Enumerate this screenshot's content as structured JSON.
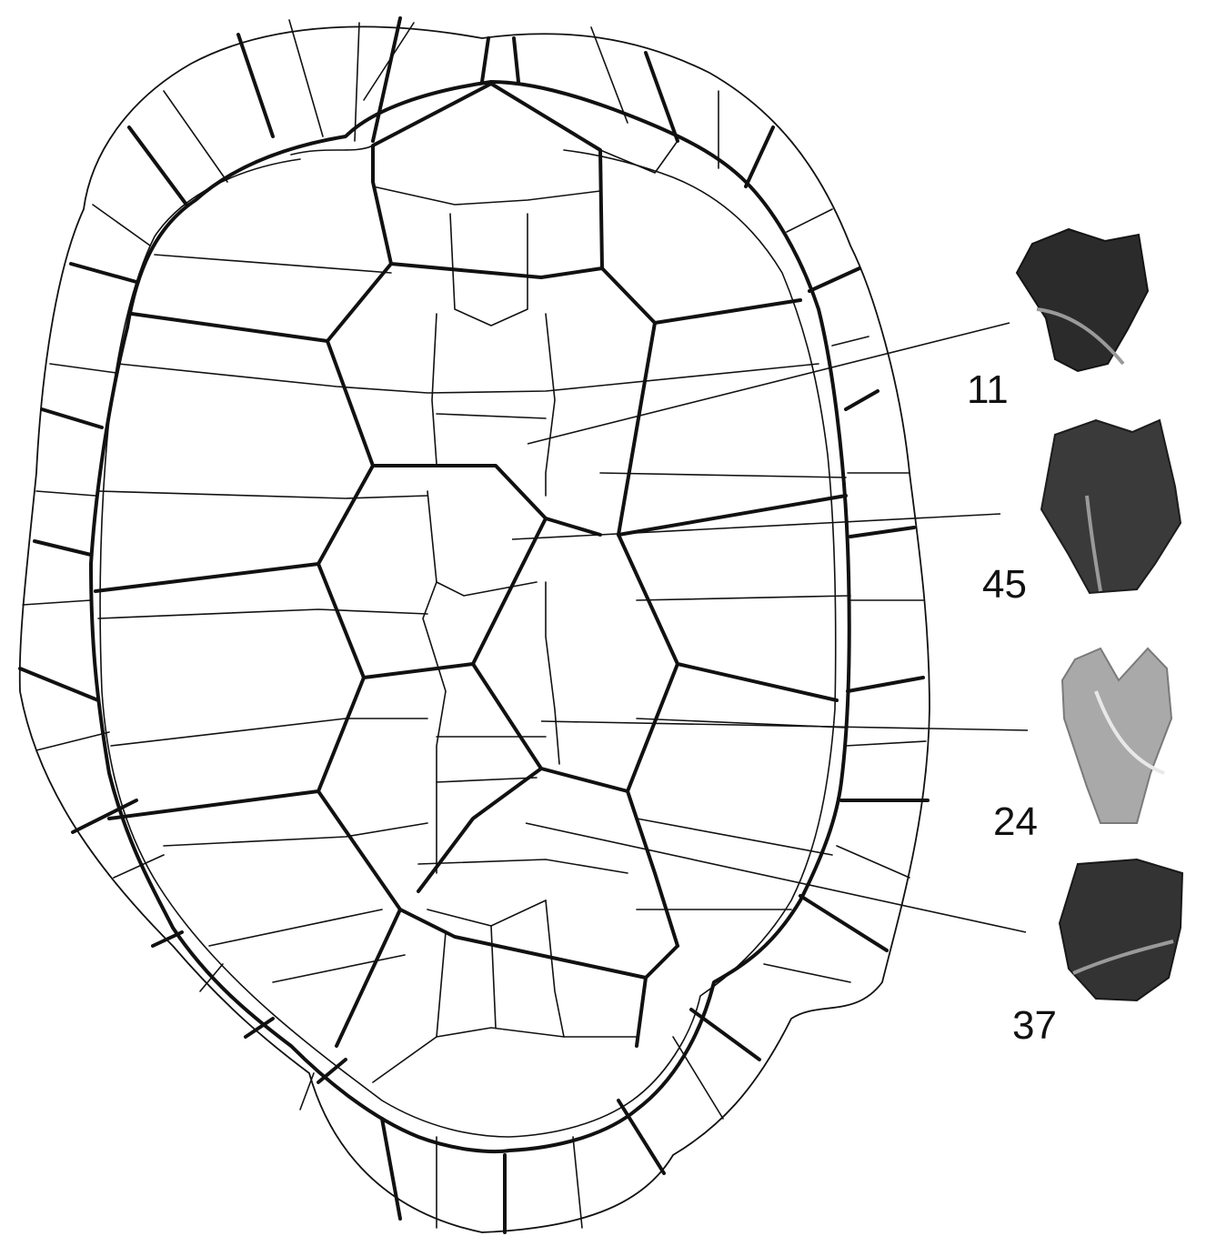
{
  "figure": {
    "specimens": [
      {
        "id": "specimen-11",
        "label": "11",
        "tone": "#2b2b2b",
        "tone_dark": "#141414"
      },
      {
        "id": "specimen-45",
        "label": "45",
        "tone": "#3a3a3a",
        "tone_dark": "#1c1c1c"
      },
      {
        "id": "specimen-24",
        "label": "24",
        "tone": "#a9a9a9",
        "tone_dark": "#7a7a7a"
      },
      {
        "id": "specimen-37",
        "label": "37",
        "tone": "#333333",
        "tone_dark": "#181818"
      }
    ]
  }
}
